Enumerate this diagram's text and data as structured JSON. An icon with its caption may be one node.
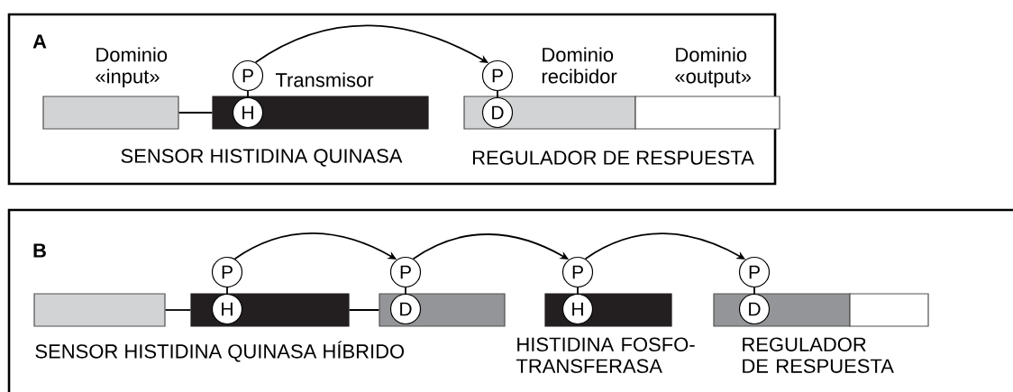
{
  "diagram": {
    "nodes": [
      {
        "text": [
          "A"
        ]
      },
      {
        "text": [
          "Dominio «input»"
        ],
        "in": 0
      },
      {
        "text": [
          "Transmisor"
        ],
        "in": 0
      },
      {
        "text": [
          "P"
        ],
        "in": 0
      },
      {
        "text": [
          "H"
        ],
        "in": 2
      },
      {
        "text": [
          "Dominio recibidor"
        ],
        "in": 0
      },
      {
        "text": [
          "Dominio «output»"
        ],
        "in": 0
      },
      {
        "text": [
          "P"
        ],
        "in": 0
      },
      {
        "text": [
          "D"
        ],
        "in": 5
      },
      {
        "text": [
          "B"
        ]
      },
      {
        "text": [],
        "shape": "bar",
        "in": 9
      },
      {
        "text": [],
        "shape": "bar",
        "in": 9
      },
      {
        "text": [
          "P"
        ],
        "in": 9
      },
      {
        "text": [
          "H"
        ],
        "in": 11
      },
      {
        "text": [],
        "shape": "bar",
        "in": 9
      },
      {
        "text": [
          "P"
        ],
        "in": 9
      },
      {
        "text": [
          "D"
        ],
        "in": 14
      },
      {
        "text": [],
        "shape": "bar",
        "in": 9
      },
      {
        "text": [
          "P"
        ],
        "in": 9
      },
      {
        "text": [
          "H"
        ],
        "in": 17
      },
      {
        "text": [],
        "shape": "bar",
        "in": 9
      },
      {
        "text": [],
        "shape": "bar",
        "in": 9
      },
      {
        "text": [
          "P"
        ],
        "in": 9
      },
      {
        "text": [
          "D"
        ],
        "in": 20
      }
    ],
    "edges": [
      {
        "from": 1,
        "to": 2,
        "arrow": "none"
      },
      {
        "from": 3,
        "to": 4,
        "arrow": "none"
      },
      {
        "from": 7,
        "to": 8,
        "arrow": "none"
      },
      {
        "from": 3,
        "to": 7,
        "arrow": "to"
      },
      {
        "from": 10,
        "to": 11,
        "arrow": "none"
      },
      {
        "from": 11,
        "to": 14,
        "arrow": "none"
      },
      {
        "from": 12,
        "to": 13,
        "arrow": "none"
      },
      {
        "from": 15,
        "to": 16,
        "arrow": "none"
      },
      {
        "from": 18,
        "to": 19,
        "arrow": "none"
      },
      {
        "from": 22,
        "to": 23,
        "arrow": "none"
      },
      {
        "from": 12,
        "to": 15,
        "arrow": "to"
      },
      {
        "from": 15,
        "to": 18,
        "arrow": "to"
      },
      {
        "from": 18,
        "to": 22,
        "arrow": "to"
      }
    ],
    "labels": [
      "SENSOR HISTIDINA QUINASA",
      "REGULADOR DE RESPUESTA",
      "SENSOR HISTIDINA QUINASA HÍBRIDO",
      "HISTIDINA FOSFO- TRANSFERASA",
      "REGULADOR DE RESPUESTA"
    ]
  }
}
